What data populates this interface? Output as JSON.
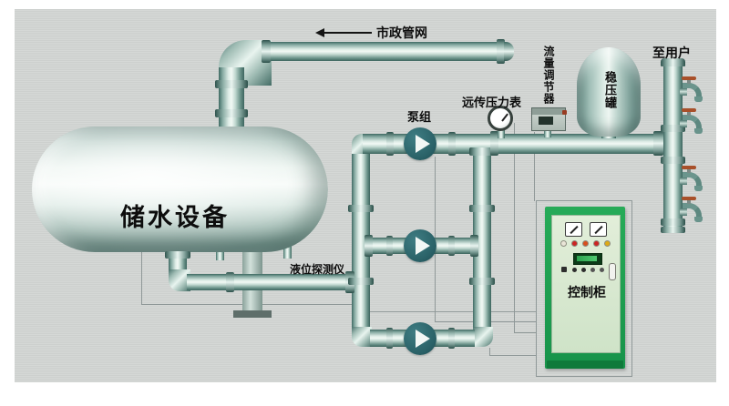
{
  "diagram": {
    "labels": {
      "municipal_network": "市政管网",
      "pump_group": "泵组",
      "remote_pressure_gauge": "远传压力表",
      "flow_regulator": "流量调节器",
      "stabilizer_tank": "稳压罐",
      "to_users": "至用户",
      "storage_tank": "储水设备",
      "liquid_level_detector": "液位探测仪",
      "control_cabinet": "控制柜"
    },
    "colors": {
      "background_panel": "#d3d6d4",
      "pipe_dark": "#3f6a63",
      "pipe_highlight": "#f2f9f5",
      "pump_body": "#2a6268",
      "cabinet_green": "#1ea150",
      "cabinet_panel": "#d8e8d0",
      "faucet_handle": "#a8502a",
      "label_text": "#0d0d0d"
    },
    "counts": {
      "pumps": 3,
      "faucets": 4,
      "indicator_lights": 5
    }
  }
}
